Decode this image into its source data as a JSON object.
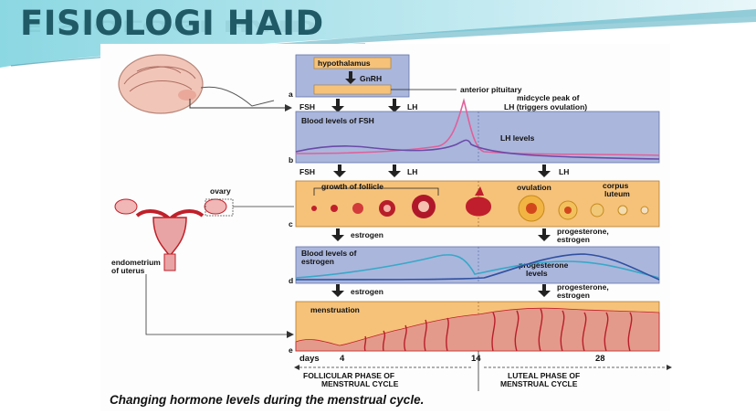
{
  "slide": {
    "title": "FISIOLOGI HAID",
    "caption": "Changing hormone levels during the menstrual cycle."
  },
  "diagram": {
    "panel_a": {
      "hypothalamus": "hypothalamus",
      "gnrh": "GnRH",
      "anterior_pituitary": "anterior pituitary",
      "fsh": "FSH",
      "lh": "LH",
      "peak_note_line1": "midcycle peak of",
      "peak_note_line2": "LH (triggers ovulation)"
    },
    "panel_b": {
      "fsh_levels": "Blood levels of FSH",
      "lh_levels": "LH levels",
      "fsh": "FSH",
      "lh_left": "LH",
      "lh_right": "LH"
    },
    "panel_c": {
      "ovary": "ovary",
      "growth_of_follicle": "growth of follicle",
      "ovulation": "ovulation",
      "corpus_line1": "corpus",
      "corpus_line2": "luteum",
      "estrogen": "estrogen",
      "progesterone": "progesterone,",
      "estrogen2": "estrogen"
    },
    "panel_d": {
      "endometrium_line1": "endometrium",
      "endometrium_line2": "of uterus",
      "estrogen_line1": "Blood levels of",
      "estrogen_line2": "estrogen",
      "progesterone_line1": "progesterone",
      "progesterone_line2": "levels",
      "estrogen_arrow": "estrogen",
      "progesterone_arrow1": "progesterone,",
      "progesterone_arrow2": "estrogen"
    },
    "panel_e": {
      "menstruation": "menstruation",
      "days": "days",
      "day4": "4",
      "day14": "14",
      "day28": "28",
      "follicular_line1": "FOLLICULAR PHASE OF",
      "follicular_line2": "MENSTRUAL CYCLE",
      "luteal_line1": "LUTEAL PHASE OF",
      "luteal_line2": "MENSTRUAL CYCLE"
    },
    "row_letters": [
      "a",
      "b",
      "c",
      "d",
      "e"
    ]
  },
  "colors": {
    "title": "#1f5a66",
    "teal_banner": "#5bc0d0",
    "panel_blue": "#aab6dc",
    "panel_orange": "#f6c27a",
    "tissue_red": "#c0202a",
    "fsh_curve": "#6a4aa8",
    "lh_curve": "#e0609a",
    "estrogen_curve": "#38a8c8",
    "progesterone_curve": "#3050a0"
  }
}
